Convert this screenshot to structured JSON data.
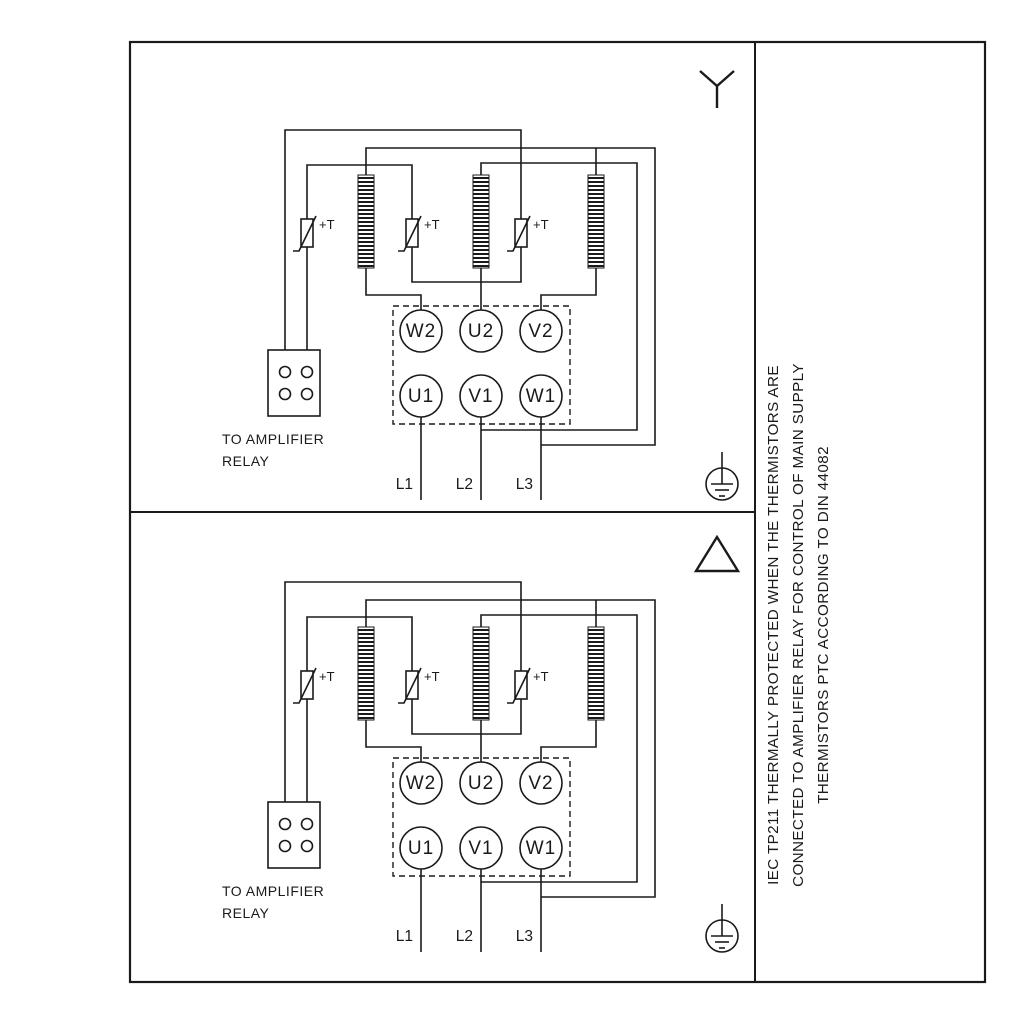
{
  "diagram": {
    "thermistor_label": "+T",
    "terminals_top": [
      "W2",
      "U2",
      "V2"
    ],
    "terminals_bottom": [
      "U1",
      "V1",
      "W1"
    ],
    "supply_lines": [
      "L1",
      "L2",
      "L3"
    ],
    "relay_caption_line1": "TO AMPLIFIER",
    "relay_caption_line2": "RELAY"
  },
  "symbols": {
    "top_connection": "star-icon",
    "bottom_connection": "delta-icon",
    "earth": "earth-icon"
  },
  "side_note": {
    "line1": "IEC TP211 THERMALLY PROTECTED WHEN THE THERMISTORS ARE",
    "line2": "CONNECTED TO AMPLIFIER RELAY FOR CONTROL OF MAIN SUPPLY",
    "line3": "THERMISTORS PTC ACCORDING TO DIN 44082"
  },
  "colors": {
    "ink": "#1a1a1a",
    "background": "#ffffff"
  }
}
